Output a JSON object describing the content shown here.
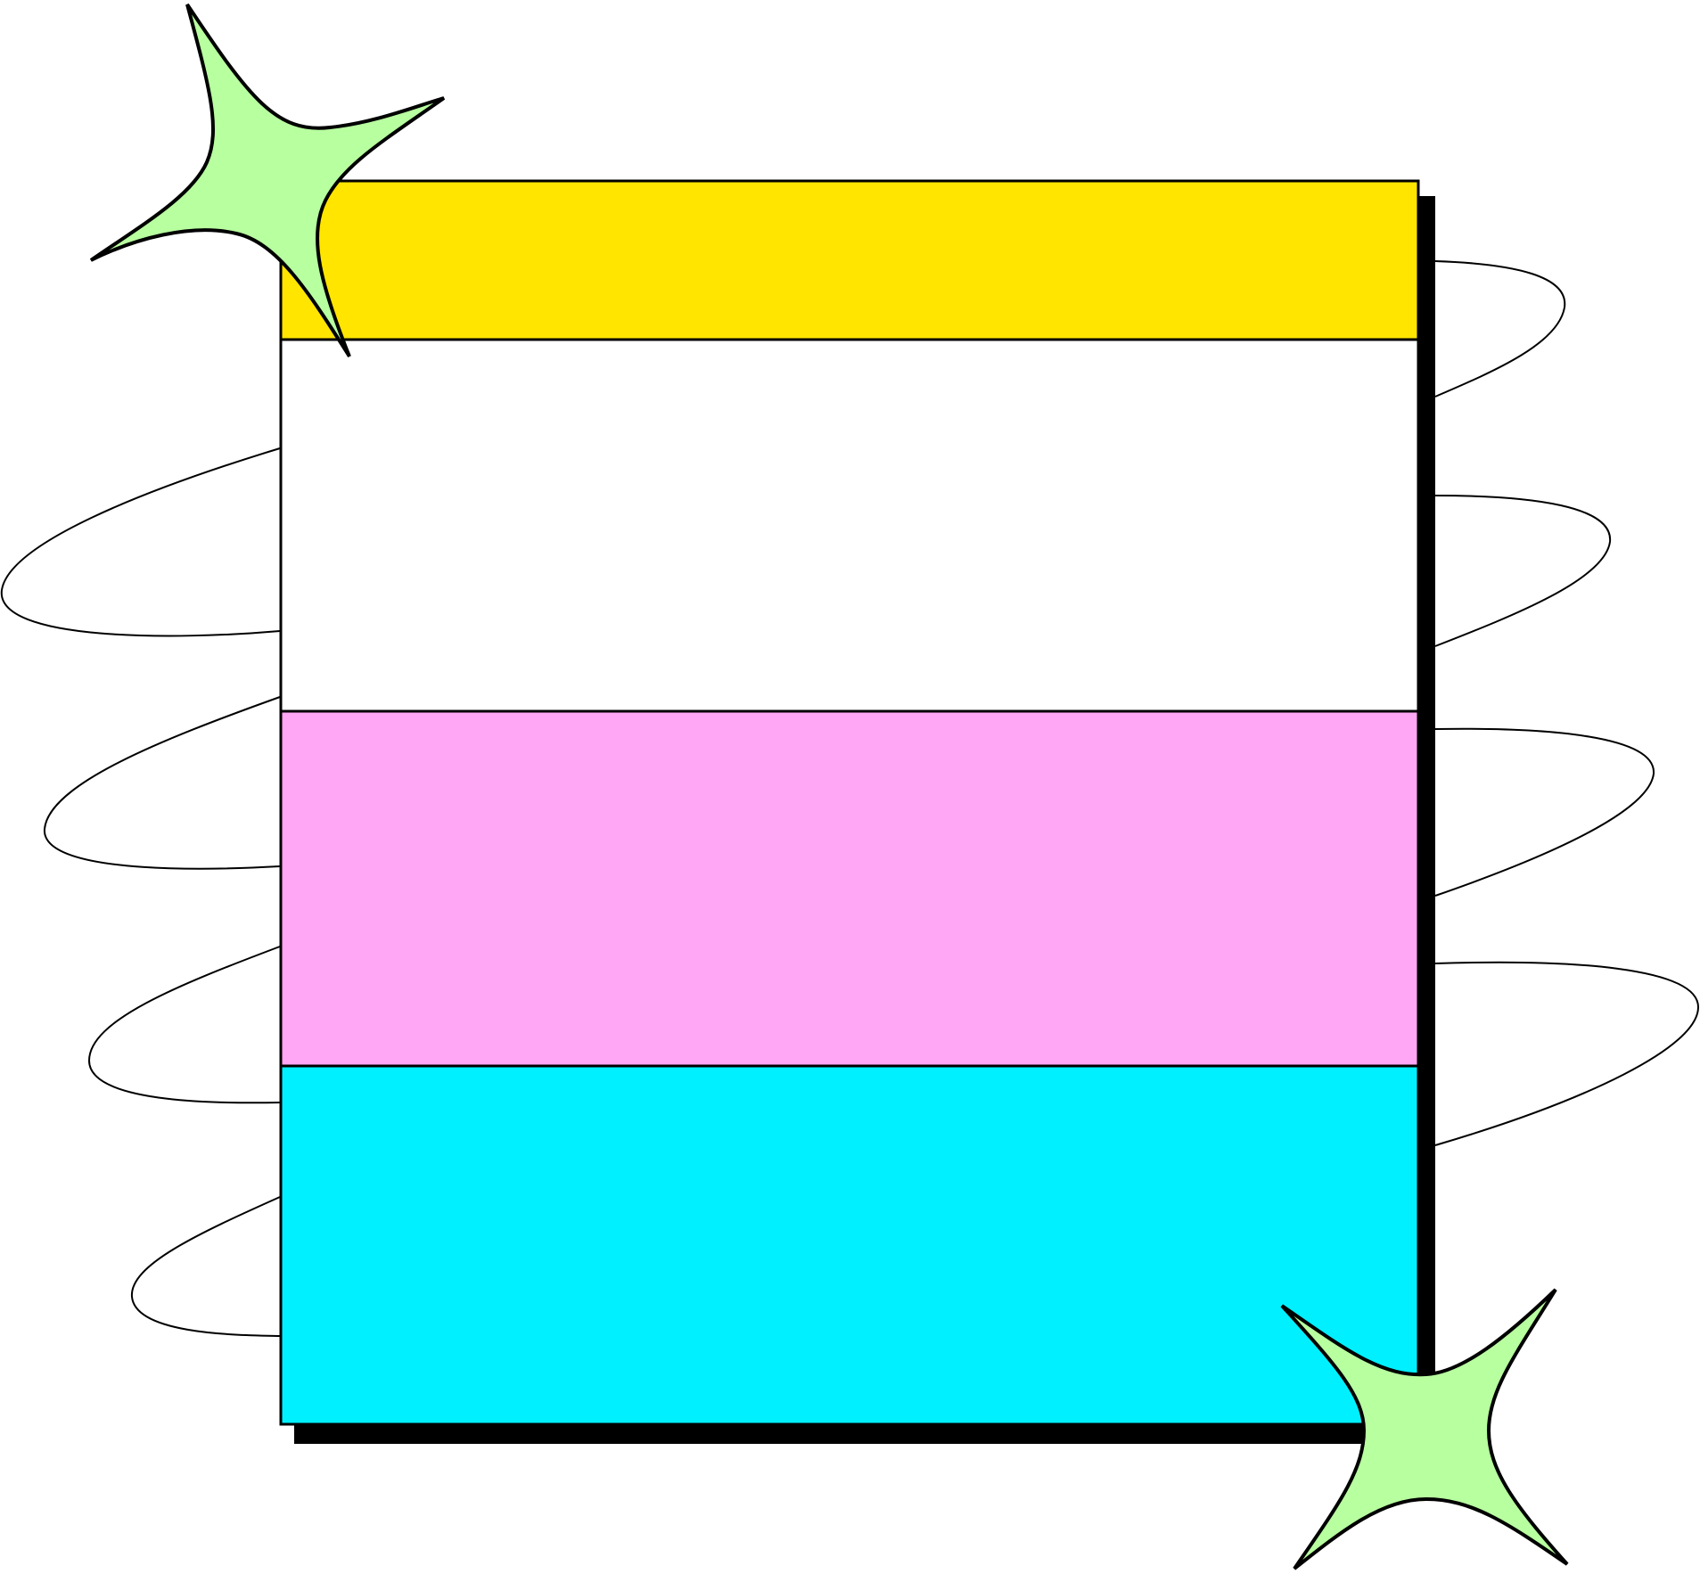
{
  "illustration": {
    "kind": "decorative frame graphic",
    "bands": [
      {
        "name": "header-band",
        "color": "#FFE500"
      },
      {
        "name": "body-band-white",
        "color": "#FFFFFF"
      },
      {
        "name": "body-band-pink",
        "color": "#FFA6F5"
      },
      {
        "name": "body-band-cyan",
        "color": "#00F0FF"
      }
    ],
    "shadow_color": "#000000",
    "outline_color": "#000000",
    "sparkle_color": "#B8FFA0",
    "spiral_loops": 4,
    "icons": [
      "sparkle-star-icon",
      "sparkle-star-icon"
    ]
  }
}
